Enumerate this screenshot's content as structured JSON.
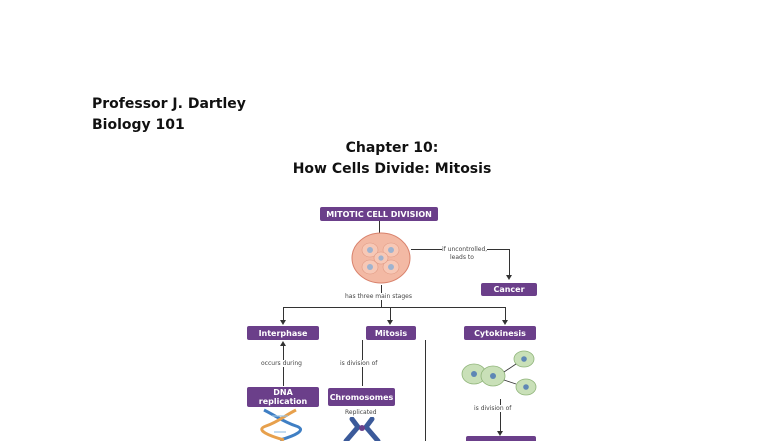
{
  "header": {
    "author": "Professor J. Dartley",
    "course": "Biology 101"
  },
  "title": {
    "line1": "Chapter 10:",
    "line2": "How Cells Divide: Mitosis"
  },
  "diagram": {
    "top_box": "MITOTIC CELL DIVISION",
    "uncontrolled_note_1": "if uncontrolled,",
    "uncontrolled_note_2": "leads to",
    "cancer": "Cancer",
    "stages_note": "has three main stages",
    "interphase": "Interphase",
    "mitosis": "Mitosis",
    "cytokinesis": "Cytokinesis",
    "occurs_during": "occurs during",
    "is_division_of": "is division of",
    "is_division_of_2": "is division of",
    "dna_line1": "DNA",
    "dna_line2": "replication",
    "chromosomes": "Chromosomes",
    "replicated": "Replicated",
    "colors": {
      "box": "#6b3f8a",
      "cell": "#f3b9a4",
      "nucleus": "#9fb3cf",
      "dividing_cells": "#c9e0b8",
      "dna_blue": "#3f7fc4",
      "dna_orange": "#e7a04c",
      "chromosome": "#3b5a9a"
    }
  }
}
